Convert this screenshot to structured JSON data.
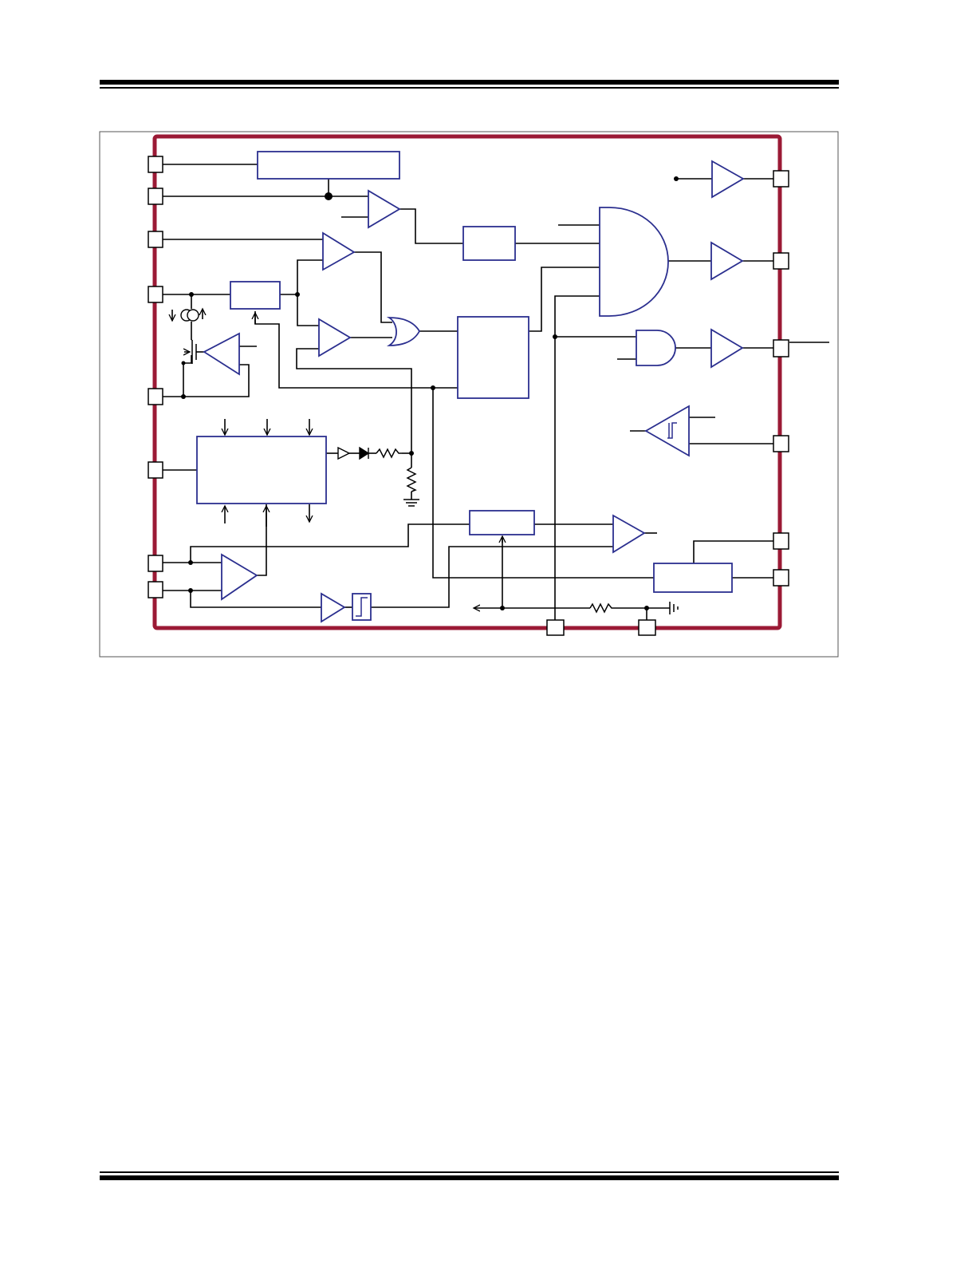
{
  "page": {
    "header_rules": "double",
    "footer_rules": "double"
  },
  "diagram": {
    "type": "block-diagram",
    "colors": {
      "chip_border": "#9b1a35",
      "block_stroke": "#2b2f8f",
      "wire": "#000000",
      "frame": "#555555"
    },
    "blocks": [
      {
        "name": "top-bar-block",
        "shape": "rect"
      },
      {
        "name": "logic-block-small",
        "shape": "rect"
      },
      {
        "name": "sense-block",
        "shape": "rect"
      },
      {
        "name": "control-block",
        "shape": "rect"
      },
      {
        "name": "timer-block",
        "shape": "rect"
      },
      {
        "name": "bias-block",
        "shape": "rect"
      },
      {
        "name": "driver-block",
        "shape": "rect"
      },
      {
        "name": "main-and-gate",
        "shape": "and-gate"
      },
      {
        "name": "small-and-gate",
        "shape": "and-gate"
      },
      {
        "name": "or-gate",
        "shape": "or-gate"
      },
      {
        "name": "schmitt-comparator",
        "shape": "schmitt-trigger"
      },
      {
        "name": "schmitt-box",
        "shape": "schmitt-trigger"
      }
    ],
    "left_pins": 8,
    "right_pins": 6,
    "bottom_pins": 2
  }
}
